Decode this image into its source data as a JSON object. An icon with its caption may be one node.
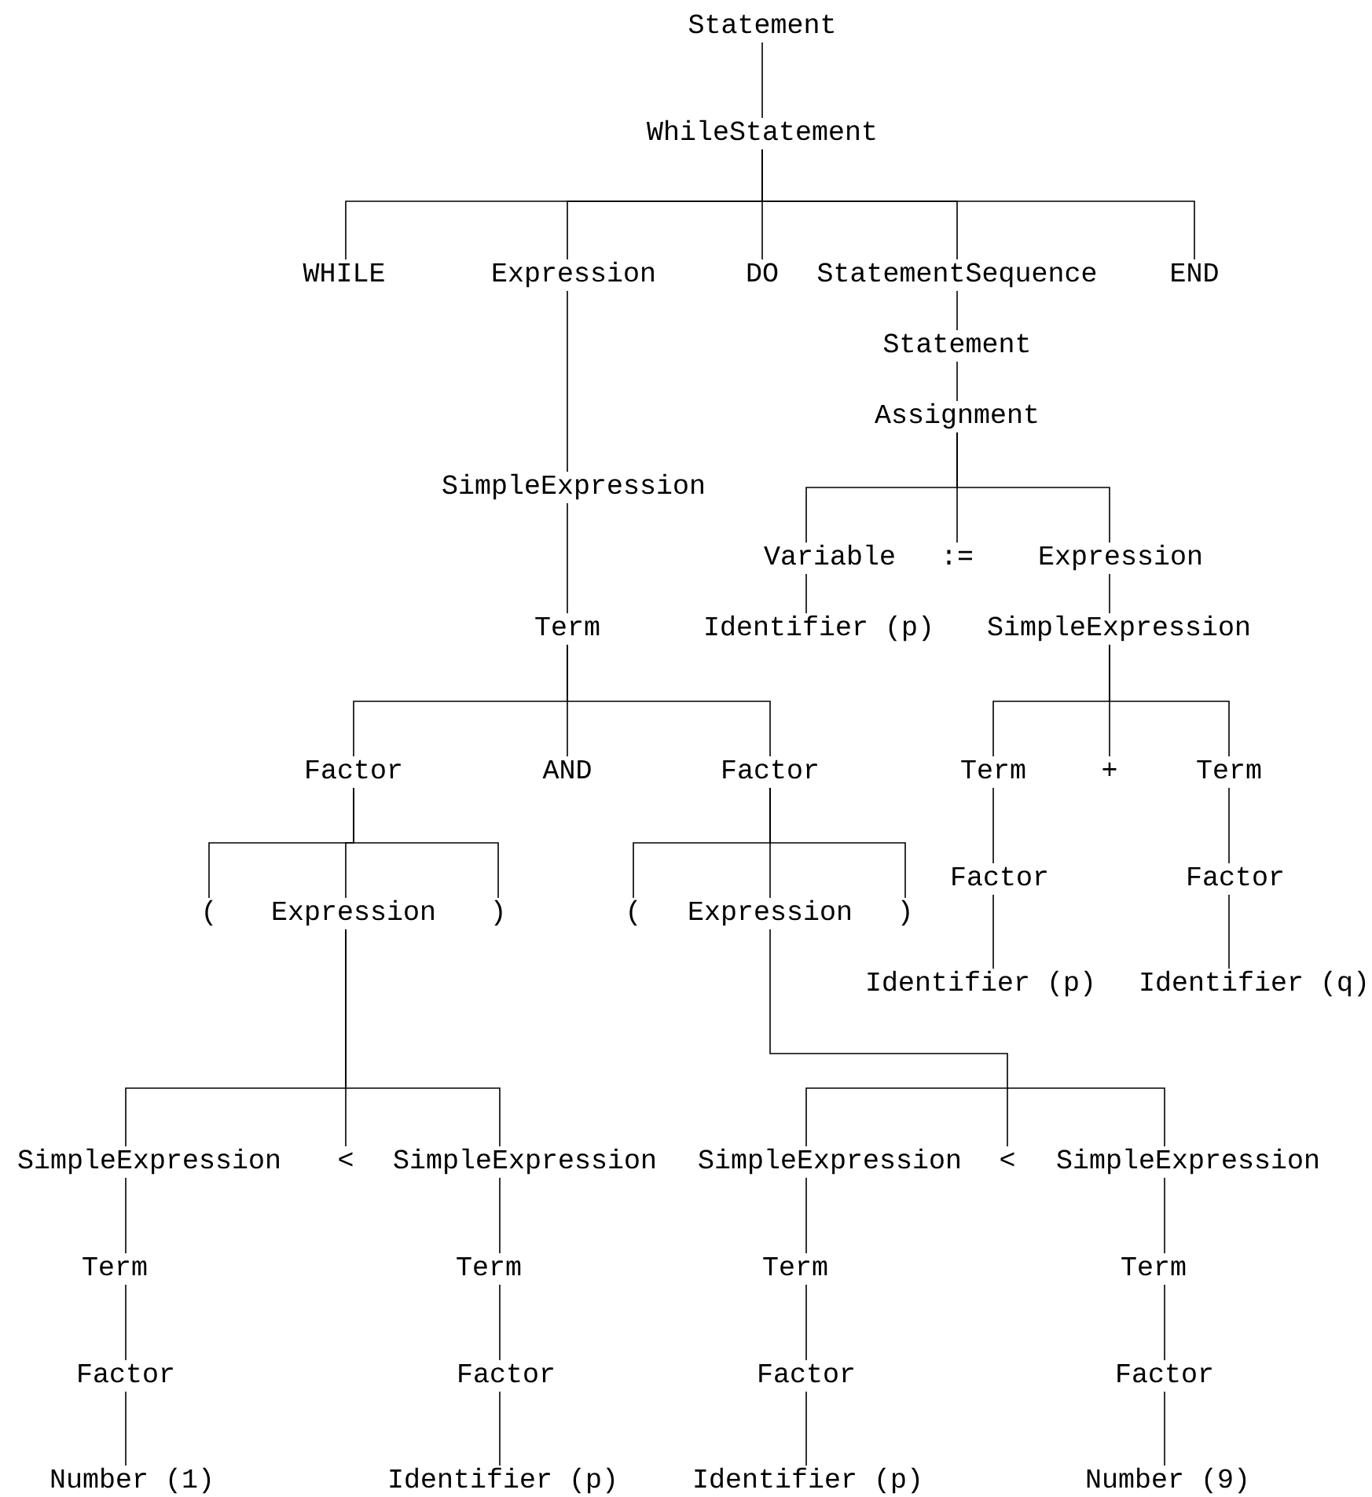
{
  "diagram": {
    "nodes": [
      {
        "text": [
          "Statement"
        ]
      },
      {
        "text": [
          "WhileStatement"
        ]
      },
      {
        "text": [
          "WHILE"
        ]
      },
      {
        "text": [
          "Expression"
        ]
      },
      {
        "text": [
          "DO"
        ]
      },
      {
        "text": [
          "StatementSequence"
        ]
      },
      {
        "text": [
          "END"
        ]
      },
      {
        "text": [
          "Statement"
        ]
      },
      {
        "text": [
          "Assignment"
        ]
      },
      {
        "text": [
          "Variable"
        ]
      },
      {
        "text": [
          ":="
        ]
      },
      {
        "text": [
          "Expression"
        ]
      },
      {
        "text": [
          "Identifier (p)"
        ]
      },
      {
        "text": [
          "SimpleExpression"
        ]
      },
      {
        "text": [
          "Term"
        ]
      },
      {
        "text": [
          "+"
        ]
      },
      {
        "text": [
          "Term"
        ]
      },
      {
        "text": [
          "Factor"
        ]
      },
      {
        "text": [
          "Factor"
        ]
      },
      {
        "text": [
          "Identifier (p)"
        ]
      },
      {
        "text": [
          "Identifier (q)"
        ]
      },
      {
        "text": [
          "SimpleExpression"
        ]
      },
      {
        "text": [
          "Term"
        ]
      },
      {
        "text": [
          "Factor"
        ]
      },
      {
        "text": [
          "AND"
        ]
      },
      {
        "text": [
          "Factor"
        ]
      },
      {
        "text": [
          "("
        ]
      },
      {
        "text": [
          "Expression"
        ]
      },
      {
        "text": [
          ")"
        ]
      },
      {
        "text": [
          "("
        ]
      },
      {
        "text": [
          "Expression"
        ]
      },
      {
        "text": [
          ")"
        ]
      },
      {
        "text": [
          "SimpleExpression"
        ]
      },
      {
        "text": [
          "<"
        ]
      },
      {
        "text": [
          "SimpleExpression"
        ]
      },
      {
        "text": [
          "Term"
        ]
      },
      {
        "text": [
          "Factor"
        ]
      },
      {
        "text": [
          "Number (1)"
        ]
      },
      {
        "text": [
          "Term"
        ]
      },
      {
        "text": [
          "Factor"
        ]
      },
      {
        "text": [
          "Identifier (p)"
        ]
      },
      {
        "text": [
          "SimpleExpression"
        ]
      },
      {
        "text": [
          "<"
        ]
      },
      {
        "text": [
          "SimpleExpression"
        ]
      },
      {
        "text": [
          "Term"
        ]
      },
      {
        "text": [
          "Factor"
        ]
      },
      {
        "text": [
          "Identifier (p)"
        ]
      },
      {
        "text": [
          "Term"
        ]
      },
      {
        "text": [
          "Factor"
        ]
      },
      {
        "text": [
          "Number (9)"
        ]
      }
    ],
    "edges": [
      {
        "from": 0,
        "to": 1,
        "arrow": "none"
      },
      {
        "from": 1,
        "to": 2,
        "arrow": "none"
      },
      {
        "from": 1,
        "to": 3,
        "arrow": "none"
      },
      {
        "from": 1,
        "to": 4,
        "arrow": "none"
      },
      {
        "from": 1,
        "to": 5,
        "arrow": "none"
      },
      {
        "from": 1,
        "to": 6,
        "arrow": "none"
      },
      {
        "from": 5,
        "to": 7,
        "arrow": "none"
      },
      {
        "from": 7,
        "to": 8,
        "arrow": "none"
      },
      {
        "from": 8,
        "to": 9,
        "arrow": "none"
      },
      {
        "from": 8,
        "to": 10,
        "arrow": "none"
      },
      {
        "from": 8,
        "to": 11,
        "arrow": "none"
      },
      {
        "from": 9,
        "to": 12,
        "arrow": "none"
      },
      {
        "from": 11,
        "to": 13,
        "arrow": "none"
      },
      {
        "from": 13,
        "to": 14,
        "arrow": "none"
      },
      {
        "from": 13,
        "to": 15,
        "arrow": "none"
      },
      {
        "from": 13,
        "to": 16,
        "arrow": "none"
      },
      {
        "from": 14,
        "to": 17,
        "arrow": "none"
      },
      {
        "from": 16,
        "to": 18,
        "arrow": "none"
      },
      {
        "from": 17,
        "to": 19,
        "arrow": "none"
      },
      {
        "from": 18,
        "to": 20,
        "arrow": "none"
      },
      {
        "from": 3,
        "to": 21,
        "arrow": "none"
      },
      {
        "from": 21,
        "to": 22,
        "arrow": "none"
      },
      {
        "from": 22,
        "to": 23,
        "arrow": "none"
      },
      {
        "from": 22,
        "to": 24,
        "arrow": "none"
      },
      {
        "from": 22,
        "to": 25,
        "arrow": "none"
      },
      {
        "from": 23,
        "to": 26,
        "arrow": "none"
      },
      {
        "from": 23,
        "to": 27,
        "arrow": "none"
      },
      {
        "from": 23,
        "to": 28,
        "arrow": "none"
      },
      {
        "from": 25,
        "to": 29,
        "arrow": "none"
      },
      {
        "from": 25,
        "to": 30,
        "arrow": "none"
      },
      {
        "from": 25,
        "to": 31,
        "arrow": "none"
      },
      {
        "from": 27,
        "to": 32,
        "arrow": "none"
      },
      {
        "from": 27,
        "to": 33,
        "arrow": "none"
      },
      {
        "from": 27,
        "to": 34,
        "arrow": "none"
      },
      {
        "from": 30,
        "to": 41,
        "arrow": "none"
      },
      {
        "from": 30,
        "to": 42,
        "arrow": "none"
      },
      {
        "from": 30,
        "to": 43,
        "arrow": "none"
      },
      {
        "from": 32,
        "to": 35,
        "arrow": "none"
      },
      {
        "from": 35,
        "to": 36,
        "arrow": "none"
      },
      {
        "from": 36,
        "to": 37,
        "arrow": "none"
      },
      {
        "from": 34,
        "to": 38,
        "arrow": "none"
      },
      {
        "from": 38,
        "to": 39,
        "arrow": "none"
      },
      {
        "from": 39,
        "to": 40,
        "arrow": "none"
      },
      {
        "from": 41,
        "to": 44,
        "arrow": "none"
      },
      {
        "from": 44,
        "to": 45,
        "arrow": "none"
      },
      {
        "from": 45,
        "to": 46,
        "arrow": "none"
      },
      {
        "from": 43,
        "to": 47,
        "arrow": "none"
      },
      {
        "from": 47,
        "to": 48,
        "arrow": "none"
      },
      {
        "from": 48,
        "to": 49,
        "arrow": "none"
      }
    ]
  }
}
